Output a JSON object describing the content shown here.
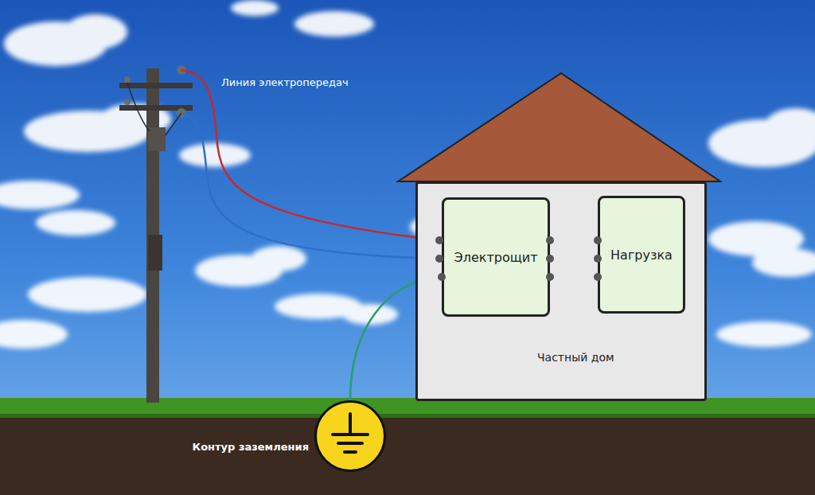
{
  "diagram": {
    "nodes": [
      {
        "text": [
          "Частный дом"
        ]
      },
      {
        "text": [
          "Электрощит"
        ],
        "in": 0
      },
      {
        "text": [
          "Нагрузка"
        ],
        "in": 0
      },
      {
        "text": [
          "Контур заземления"
        ]
      }
    ],
    "edges": [
      {
        "from": 1,
        "to": 2,
        "arrow": "none"
      },
      {
        "from": 1,
        "to": 2,
        "arrow": "none"
      },
      {
        "from": 1,
        "to": 2,
        "arrow": "none"
      },
      {
        "from": 1,
        "to": 3,
        "arrow": "none"
      }
    ],
    "labels": [
      "Линия электропередач"
    ]
  }
}
